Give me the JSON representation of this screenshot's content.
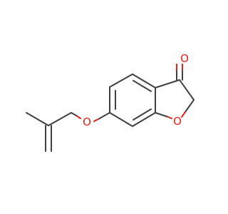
{
  "molecule": {
    "atoms": {
      "carbonyl_o": "O",
      "ring_o": "O",
      "ether_o": "O"
    },
    "colors": {
      "bond": "#404040",
      "oxygen": "#e2231a",
      "background": "#ffffff"
    }
  }
}
